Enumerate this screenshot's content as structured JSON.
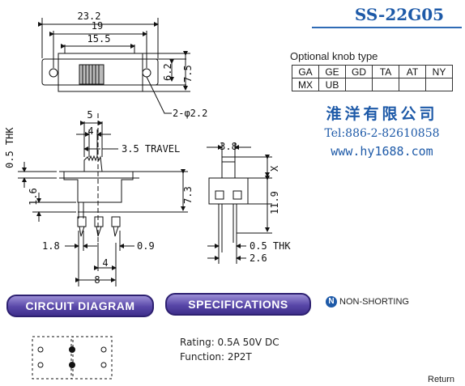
{
  "model": "SS-22G05",
  "knob": {
    "title": "Optional knob type",
    "rows": [
      [
        "GA",
        "GE",
        "GD",
        "TA",
        "AT",
        "NY"
      ],
      [
        "MX",
        "UB",
        "",
        "",
        "",
        ""
      ]
    ]
  },
  "company": {
    "name": "淮洋有限公司",
    "tel": "Tel:886-2-82610858",
    "web": "www.hy1688.com"
  },
  "dims": {
    "d232": "23.2",
    "d19": "19",
    "d155": "15.5",
    "d62": "6.2",
    "d75": "7.5",
    "hole": "2-φ2.2",
    "d5": "5",
    "d4top": "4",
    "travel": "3.5 TRAVEL",
    "thk05": "0.5 THK",
    "d16": "1.6",
    "d73": "7.3",
    "d18": "1.8",
    "d09": "0.9",
    "d4": "4",
    "d8": "8",
    "d38": "3.8",
    "x": "X",
    "d119": "11.9",
    "thk05b": "0.5 THK",
    "d26": "2.6"
  },
  "buttons": {
    "circuit": "CIRCUIT DIAGRAM",
    "specs": "SPECIFICATIONS"
  },
  "nonshorting": "NON-SHORTING",
  "specs": {
    "rating": "Rating: 0.5A 50V DC",
    "function": "Function: 2P2T"
  },
  "return_label": "Return"
}
